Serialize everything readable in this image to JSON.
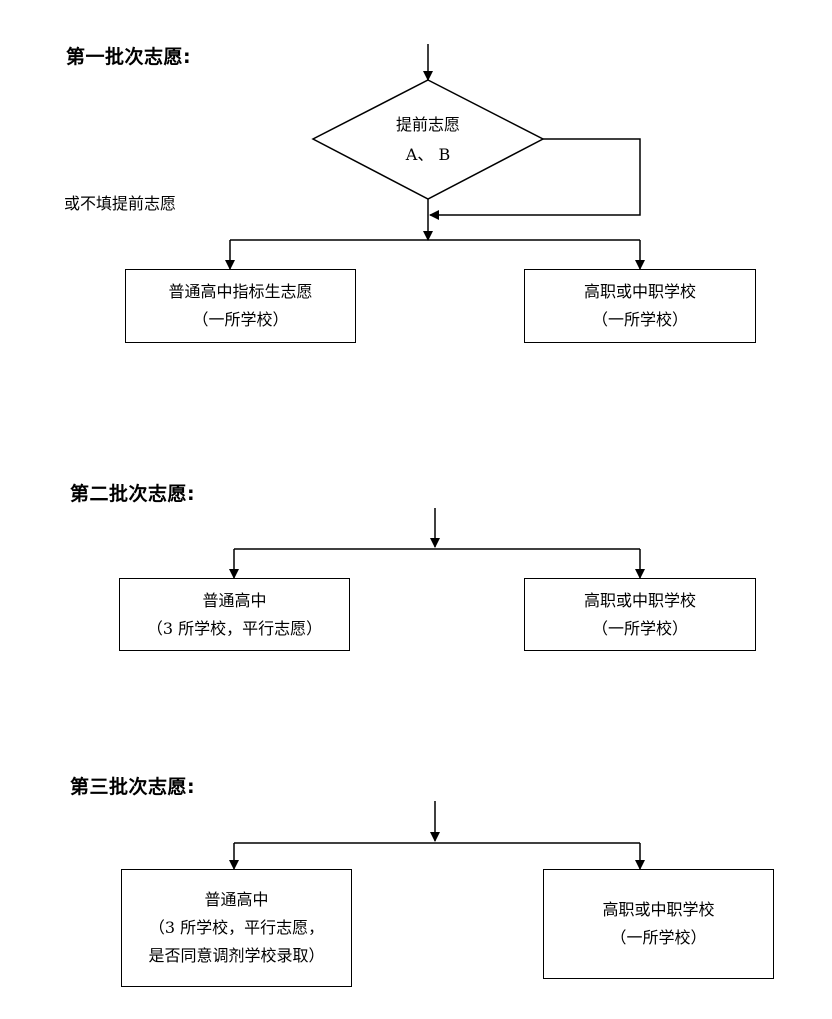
{
  "batch1": {
    "heading": "第一批次志愿:",
    "decision": {
      "line1": "提前志愿",
      "line2": "A、 B"
    },
    "skip_note": "或不填提前志愿",
    "left_box": {
      "line1": "普通高中指标生志愿",
      "line2": "（一所学校）"
    },
    "right_box": {
      "line1": "高职或中职学校",
      "line2": "（一所学校）"
    }
  },
  "batch2": {
    "heading": "第二批次志愿:",
    "left_box": {
      "line1": "普通高中",
      "line2": "（3 所学校，平行志愿）"
    },
    "right_box": {
      "line1": "高职或中职学校",
      "line2": "（一所学校）"
    }
  },
  "batch3": {
    "heading": "第三批次志愿:",
    "left_box": {
      "line1": "普通高中",
      "line2": "（3 所学校，平行志愿，",
      "line3": "是否同意调剂学校录取）"
    },
    "right_box": {
      "line1": "高职或中职学校",
      "line2": "（一所学校）"
    }
  },
  "colors": {
    "line": "#000000",
    "background": "#ffffff"
  }
}
